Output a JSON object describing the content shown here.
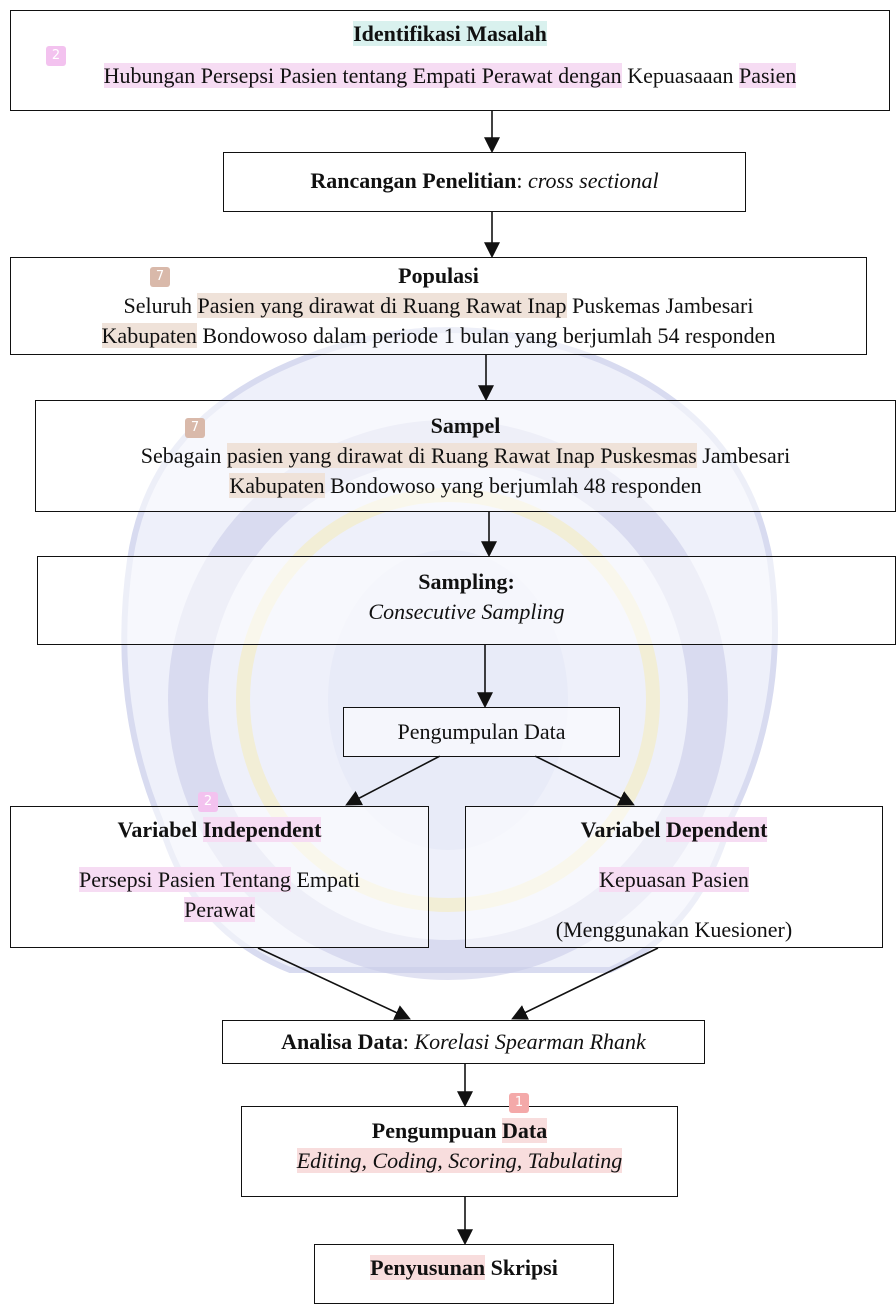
{
  "identifikasi": {
    "title": "Identifikasi Masalah",
    "tag": "2",
    "text_part1": "Hubungan Persepsi Pasien tentang Empati Perawat dengan",
    "text_part2": "Kepuasaaan",
    "text_part3": "Pasien"
  },
  "rancangan": {
    "label": "Rancangan Penelitian",
    "sep": ": ",
    "value": "cross sectional"
  },
  "populasi": {
    "title": "Populasi",
    "tag": "7",
    "l1_a": "Seluruh ",
    "l1_b": "Pasien yang dirawat di Ruang Rawat Inap",
    "l1_c": " Puskemas Jambesari",
    "l2_a": "Kabupaten",
    "l2_b": " Bondowoso dalam periode 1 bulan yang berjumlah 54 responden"
  },
  "sampel": {
    "title": "Sampel",
    "tag": "7",
    "l1_a": "Sebagain ",
    "l1_b": "pasien yang dirawat di Ruang Rawat Inap Puskesmas",
    "l1_c": " Jambesari",
    "l2_a": "Kabupaten",
    "l2_b": " Bondowoso yang berjumlah 48 responden"
  },
  "sampling": {
    "title": "Sampling:",
    "value": "Consecutive Sampling"
  },
  "pengumpulan": {
    "label": "Pengumpulan Data"
  },
  "independent": {
    "title_a": "Variabel ",
    "title_b": "Independent",
    "tag": "2",
    "l1_a": "Persepsi Pasien Tentang",
    "l1_b": " Empati",
    "l2": "Perawat"
  },
  "dependent": {
    "title_a": "Variabel ",
    "title_b": "Dependent",
    "l1": "Kepuasan Pasien",
    "l2": "(Menggunakan Kuesioner)"
  },
  "analisa": {
    "label": "Analisa Data",
    "sep": ": ",
    "value": "Korelasi Spearman Rhank"
  },
  "pengumpuan": {
    "title_a": "Pengumpuan ",
    "title_b": "Data",
    "tag": "1",
    "value": "Editing, Coding, Scoring, Tabulating"
  },
  "penyusunan": {
    "title_a": "Penyusunan",
    "title_b": " Skripsi"
  },
  "colors": {
    "pink_highlight": "#f6dcf3",
    "tan_highlight": "#efe2d9",
    "red_highlight": "#f8dddd",
    "watermark": "#c9cbe8",
    "watermark_gold": "#f3ecc6"
  }
}
